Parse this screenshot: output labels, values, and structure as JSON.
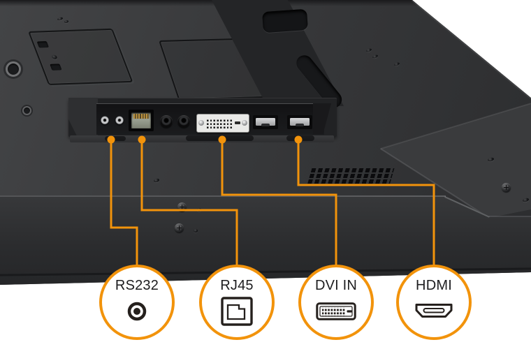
{
  "accent_color": "#F2930B",
  "badges": [
    {
      "label": "RS232",
      "icon": "rs232-jack-icon"
    },
    {
      "label": "RJ45",
      "icon": "rj45-port-icon"
    },
    {
      "label": "DVI IN",
      "icon": "dvi-port-icon"
    },
    {
      "label": "HDMI",
      "icon": "hdmi-port-icon"
    }
  ],
  "ports_panel": {
    "ports": [
      "rs232-service-jack",
      "ir-jack",
      "rj45-ethernet-port",
      "audio-jack-1",
      "audio-jack-2",
      "dvi-in-port",
      "hdmi-port-1",
      "hdmi-port-2"
    ]
  }
}
